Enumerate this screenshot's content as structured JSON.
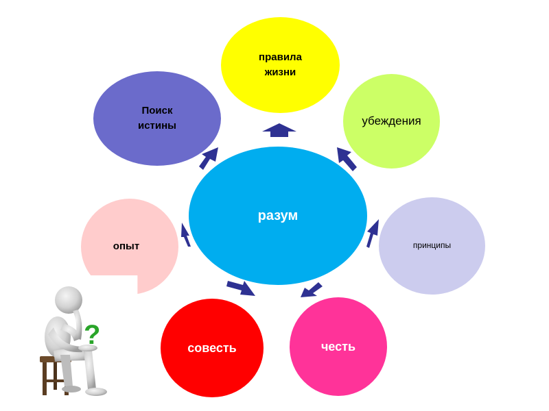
{
  "diagram": {
    "center": {
      "label": "разум",
      "color": "#00ADEF"
    },
    "nodes": [
      {
        "id": "pravila",
        "label": "правила\nжизни",
        "color": "#FFFF00"
      },
      {
        "id": "poisk",
        "label": "Поиск\nистины",
        "color": "#6B6BCB"
      },
      {
        "id": "ubezhdeniya",
        "label": "убеждения",
        "color": "#CCFF66"
      },
      {
        "id": "printsipy",
        "label": "принципы",
        "color": "#CCCCEE"
      },
      {
        "id": "opyt",
        "label": "опыт",
        "color": "#FFCCCC"
      },
      {
        "id": "sovest",
        "label": "совесть",
        "color": "#FF0000"
      },
      {
        "id": "chest",
        "label": "честь",
        "color": "#FF3399"
      }
    ],
    "arrow_color": "#2E3192"
  },
  "figure": {
    "question_mark": "?",
    "question_color": "#2AA52A",
    "icon": "thinking-person-icon"
  }
}
